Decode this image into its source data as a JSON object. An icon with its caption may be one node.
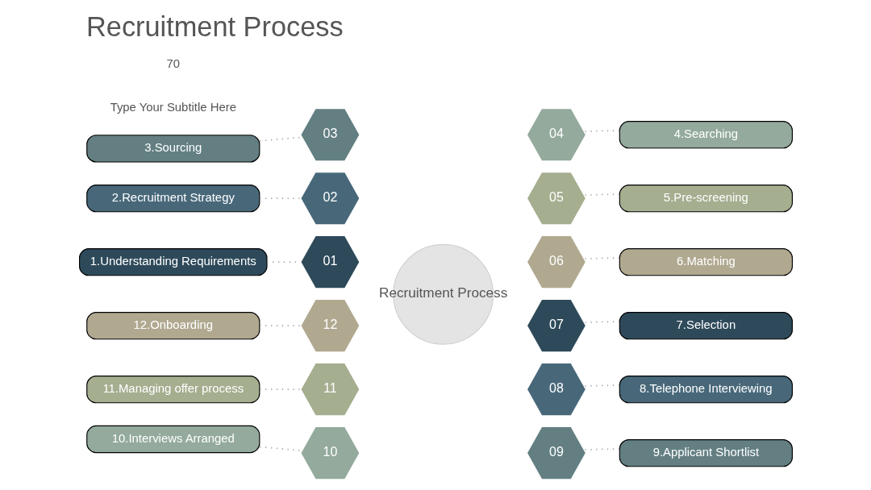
{
  "diagram": {
    "title": "Recruitment Process",
    "nodes": [
      {
        "text": [
          "1.Understanding Requirements"
        ]
      },
      {
        "text": [
          "2.Recruitment Strategy"
        ]
      },
      {
        "text": [
          "3.Sourcing"
        ]
      },
      {
        "text": [
          "4.Searching"
        ]
      },
      {
        "text": [
          "5.Pre-screening"
        ]
      },
      {
        "text": [
          "6.Matching"
        ]
      },
      {
        "text": [
          "7.Selection"
        ]
      },
      {
        "text": [
          "8.Telephone Interviewing"
        ]
      },
      {
        "text": [
          "9.Applicant Shortlist"
        ]
      },
      {
        "text": [
          "10.Interviews Arranged"
        ]
      },
      {
        "text": [
          "11.Managing offer process"
        ]
      },
      {
        "text": [
          "12.Onboarding"
        ]
      },
      {
        "text": [
          "01"
        ]
      },
      {
        "text": [
          "02"
        ]
      },
      {
        "text": [
          "03"
        ]
      },
      {
        "text": [
          "04"
        ]
      },
      {
        "text": [
          "05"
        ]
      },
      {
        "text": [
          "06"
        ]
      },
      {
        "text": [
          "07"
        ]
      },
      {
        "text": [
          "08"
        ]
      },
      {
        "text": [
          "09"
        ]
      },
      {
        "text": [
          "10"
        ]
      },
      {
        "text": [
          "11"
        ]
      },
      {
        "text": [
          "12"
        ]
      },
      {
        "text": [
          "Recruitment Process"
        ]
      }
    ],
    "edges": [
      {
        "from": 0,
        "to": 12,
        "arrow": "none",
        "style": "dashed"
      },
      {
        "from": 1,
        "to": 13,
        "arrow": "none",
        "style": "dashed"
      },
      {
        "from": 2,
        "to": 14,
        "arrow": "none",
        "style": "dashed"
      },
      {
        "from": 3,
        "to": 15,
        "arrow": "none",
        "style": "dashed"
      },
      {
        "from": 4,
        "to": 16,
        "arrow": "none",
        "style": "dashed"
      },
      {
        "from": 5,
        "to": 17,
        "arrow": "none",
        "style": "dashed"
      },
      {
        "from": 6,
        "to": 18,
        "arrow": "none",
        "style": "dashed"
      },
      {
        "from": 7,
        "to": 19,
        "arrow": "none",
        "style": "dashed"
      },
      {
        "from": 8,
        "to": 20,
        "arrow": "none",
        "style": "dashed"
      },
      {
        "from": 9,
        "to": 21,
        "arrow": "none",
        "style": "dashed"
      },
      {
        "from": 10,
        "to": 22,
        "arrow": "none",
        "style": "dashed"
      },
      {
        "from": 11,
        "to": 23,
        "arrow": "none",
        "style": "dashed"
      }
    ],
    "labels": [
      "Type Your Subtitle Here",
      "70"
    ]
  }
}
